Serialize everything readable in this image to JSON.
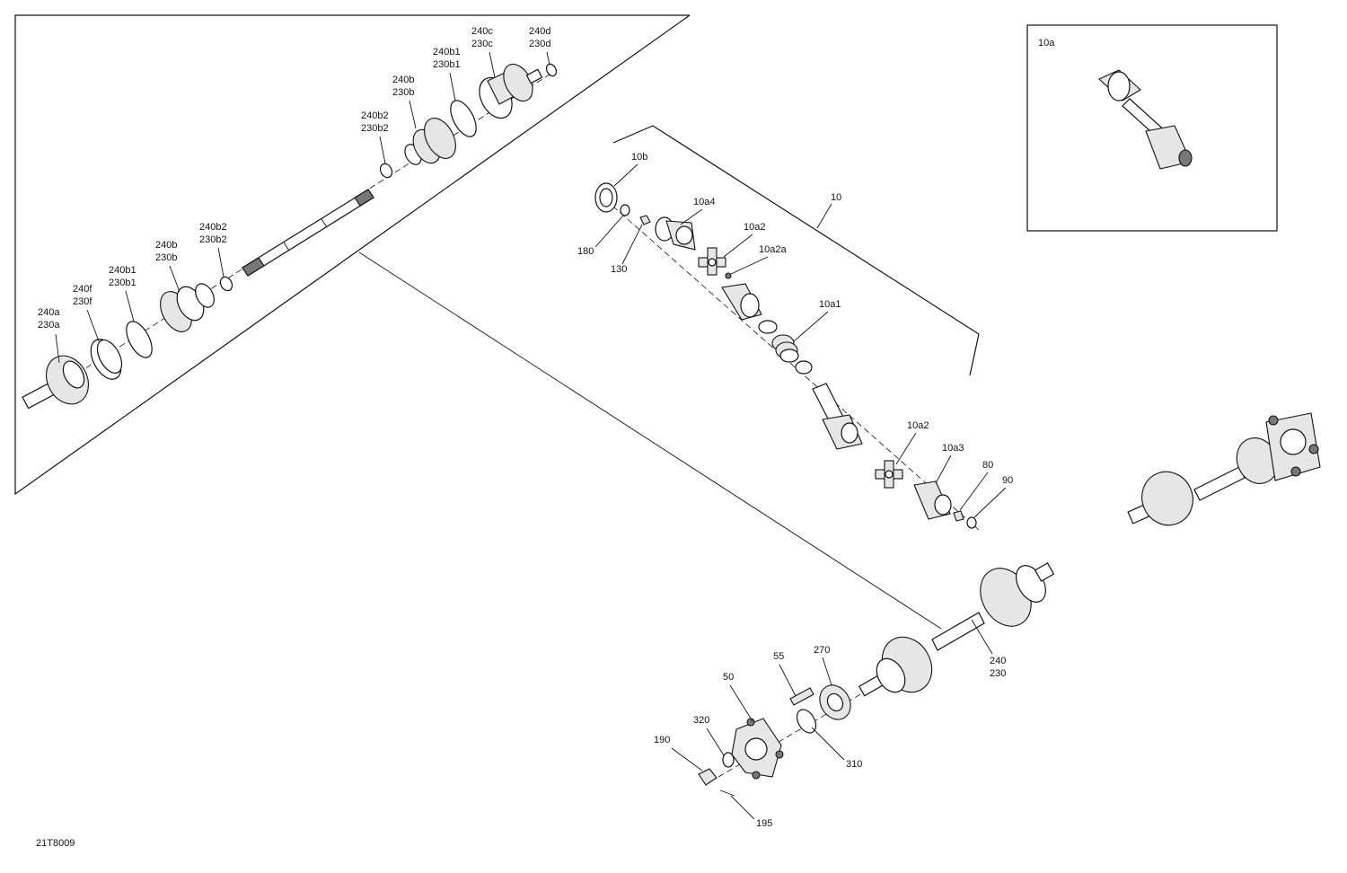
{
  "drawing_id": "21T8009",
  "inset": {
    "title": "10a"
  },
  "labels": {
    "l240a": [
      "240a",
      "230a"
    ],
    "l240f": [
      "240f",
      "230f"
    ],
    "l240b1_left": [
      "240b1",
      "230b1"
    ],
    "l240b_left": [
      "240b",
      "230b"
    ],
    "l240b2_left": [
      "240b2",
      "230b2"
    ],
    "l240b2_right": [
      "240b2",
      "230b2"
    ],
    "l240b_right": [
      "240b",
      "230b"
    ],
    "l240b1_right": [
      "240b1",
      "230b1"
    ],
    "l240c": [
      "240c",
      "230c"
    ],
    "l240d": [
      "240d",
      "230d"
    ],
    "l10b": "10b",
    "l10": "10",
    "l10a4": "10a4",
    "l10a2_top": "10a2",
    "l10a2a": "10a2a",
    "l180": "180",
    "l130": "130",
    "l10a1": "10a1",
    "l10a2_bottom": "10a2",
    "l10a3": "10a3",
    "l80": "80",
    "l90": "90",
    "l240": [
      "240",
      "230"
    ],
    "l55": "55",
    "l270": "270",
    "l50": "50",
    "l320": "320",
    "l190": "190",
    "l310": "310",
    "l195": "195"
  }
}
